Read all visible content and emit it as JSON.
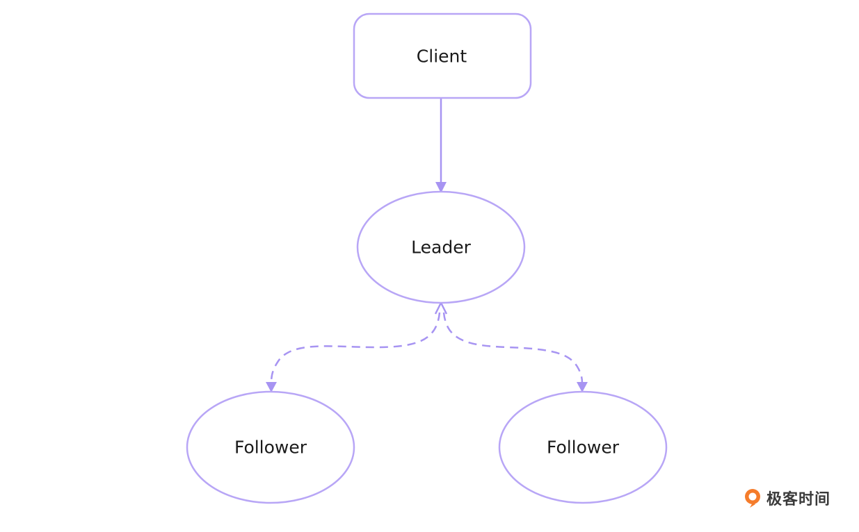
{
  "diagram": {
    "nodes": {
      "client": {
        "label": "Client",
        "shape": "rounded-rectangle"
      },
      "leader": {
        "label": "Leader",
        "shape": "ellipse"
      },
      "follower_left": {
        "label": "Follower",
        "shape": "ellipse"
      },
      "follower_right": {
        "label": "Follower",
        "shape": "ellipse"
      }
    },
    "edges": [
      {
        "from": "client",
        "to": "leader",
        "style": "solid"
      },
      {
        "from": "leader",
        "to": "follower_left",
        "style": "dashed"
      },
      {
        "from": "leader",
        "to": "follower_right",
        "style": "dashed"
      }
    ],
    "colors": {
      "node_border": "#b8a6f6",
      "edge": "#a794f2",
      "text": "#1a1a1a"
    }
  },
  "watermark": {
    "text": "极客时间",
    "icon": "geektime-logo-icon",
    "icon_color": "#f57c2b"
  }
}
